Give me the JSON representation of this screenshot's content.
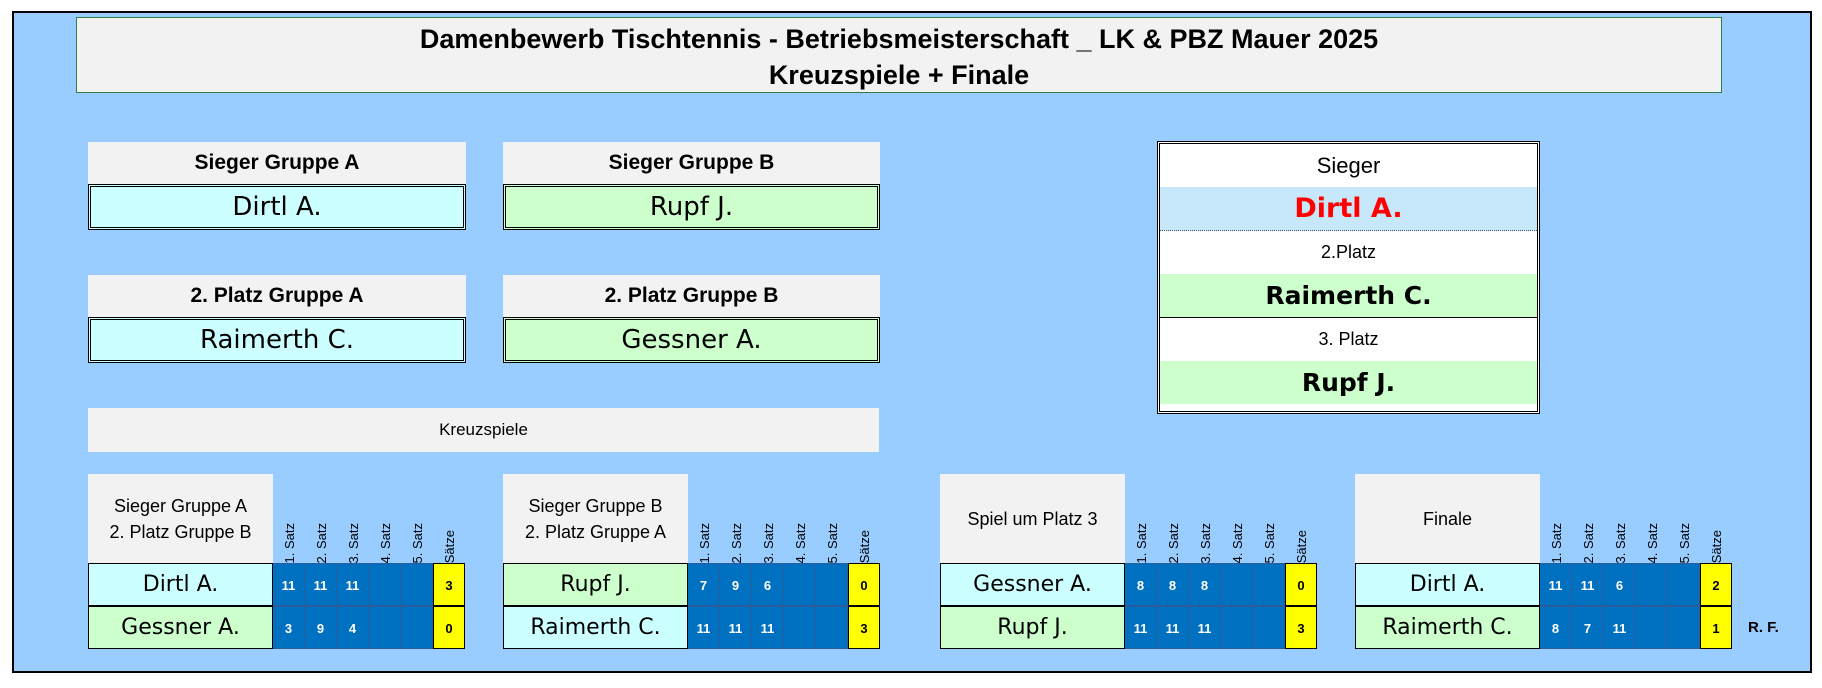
{
  "title": {
    "line1": "Damenbewerb  Tischtennis - Betriebsmeisterschaft _ LK & PBZ Mauer 2025",
    "line2": "Kreuzspiele + Finale"
  },
  "groups": {
    "sieger_a_label": "Sieger Gruppe A",
    "sieger_a_name": "Dirtl A.",
    "sieger_b_label": "Sieger Gruppe B",
    "sieger_b_name": "Rupf J.",
    "second_a_label": "2. Platz Gruppe A",
    "second_a_name": "Raimerth C.",
    "second_b_label": "2. Platz Gruppe B",
    "second_b_name": "Gessner A."
  },
  "kreuzspiele_label": "Kreuzspiele",
  "results": {
    "winner_label": "Sieger",
    "winner_name": "Dirtl A.",
    "second_label": "2.Platz",
    "second_name": "Raimerth C.",
    "third_label": "3. Platz",
    "third_name": "Rupf J."
  },
  "column_headers": [
    "1. Satz",
    "2. Satz",
    "3. Satz",
    "4. Satz",
    "5. Satz",
    "Sätze"
  ],
  "matches": [
    {
      "header_line1": "Sieger Gruppe A",
      "header_line2": "2. Platz Gruppe B",
      "players": [
        {
          "name": "Dirtl A.",
          "sets": [
            "11",
            "11",
            "11",
            "",
            ""
          ],
          "total": "3"
        },
        {
          "name": "Gessner A.",
          "sets": [
            "3",
            "9",
            "4",
            "",
            ""
          ],
          "total": "0"
        }
      ]
    },
    {
      "header_line1": "Sieger Gruppe B",
      "header_line2": "2. Platz Gruppe A",
      "players": [
        {
          "name": "Rupf J.",
          "sets": [
            "7",
            "9",
            "6",
            "",
            ""
          ],
          "total": "0"
        },
        {
          "name": "Raimerth C.",
          "sets": [
            "11",
            "11",
            "11",
            "",
            ""
          ],
          "total": "3"
        }
      ]
    },
    {
      "header_line1": "Spiel um Platz 3",
      "header_line2": "",
      "players": [
        {
          "name": "Gessner A.",
          "sets": [
            "8",
            "8",
            "8",
            "",
            ""
          ],
          "total": "0"
        },
        {
          "name": "Rupf J.",
          "sets": [
            "11",
            "11",
            "11",
            "",
            ""
          ],
          "total": "3"
        }
      ]
    },
    {
      "header_line1": "Finale",
      "header_line2": "",
      "players": [
        {
          "name": "Dirtl A.",
          "sets": [
            "11",
            "11",
            "6",
            "",
            ""
          ],
          "total": "2"
        },
        {
          "name": "Raimerth C.",
          "sets": [
            "8",
            "7",
            "11",
            "",
            ""
          ],
          "total": "1"
        }
      ]
    }
  ],
  "footer_note": "R. F.",
  "colors": {
    "sheet_background": "#99ccff",
    "cyan_cell": "#ccffff",
    "green_cell": "#ccffcc",
    "score_cell": "#0070c0",
    "sets_total_cell": "#ffff00",
    "winner_name_text": "#ff0000"
  }
}
